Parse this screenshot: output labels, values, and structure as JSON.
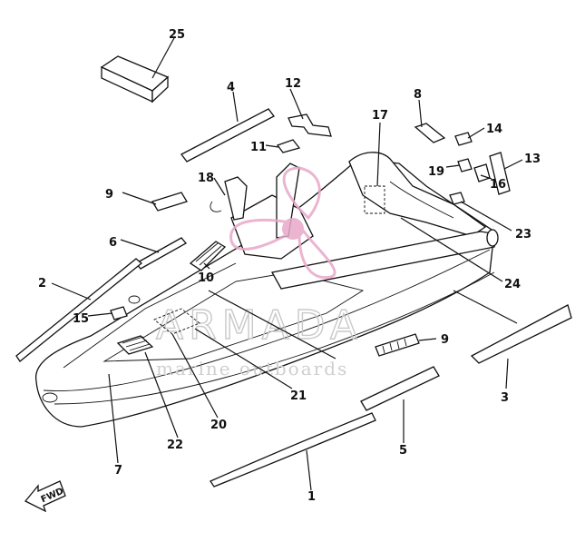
{
  "watermark": {
    "brand": "ARMADA",
    "tagline": "marine outboards"
  },
  "direction_label": "FWD",
  "callouts": {
    "c1": "1",
    "c2": "2",
    "c3": "3",
    "c4": "4",
    "c5": "5",
    "c6": "6",
    "c7": "7",
    "c8": "8",
    "c9a": "9",
    "c9b": "9",
    "c10": "10",
    "c11": "11",
    "c12": "12",
    "c13": "13",
    "c14": "14",
    "c15": "15",
    "c16": "16",
    "c17": "17",
    "c18": "18",
    "c19": "19",
    "c20": "20",
    "c21": "21",
    "c22": "22",
    "c23": "23",
    "c24": "24",
    "c25": "25"
  },
  "colors": {
    "line": "#111111",
    "watermark_logo": "#e8a8c8",
    "watermark_text": "#c9c9c9"
  }
}
